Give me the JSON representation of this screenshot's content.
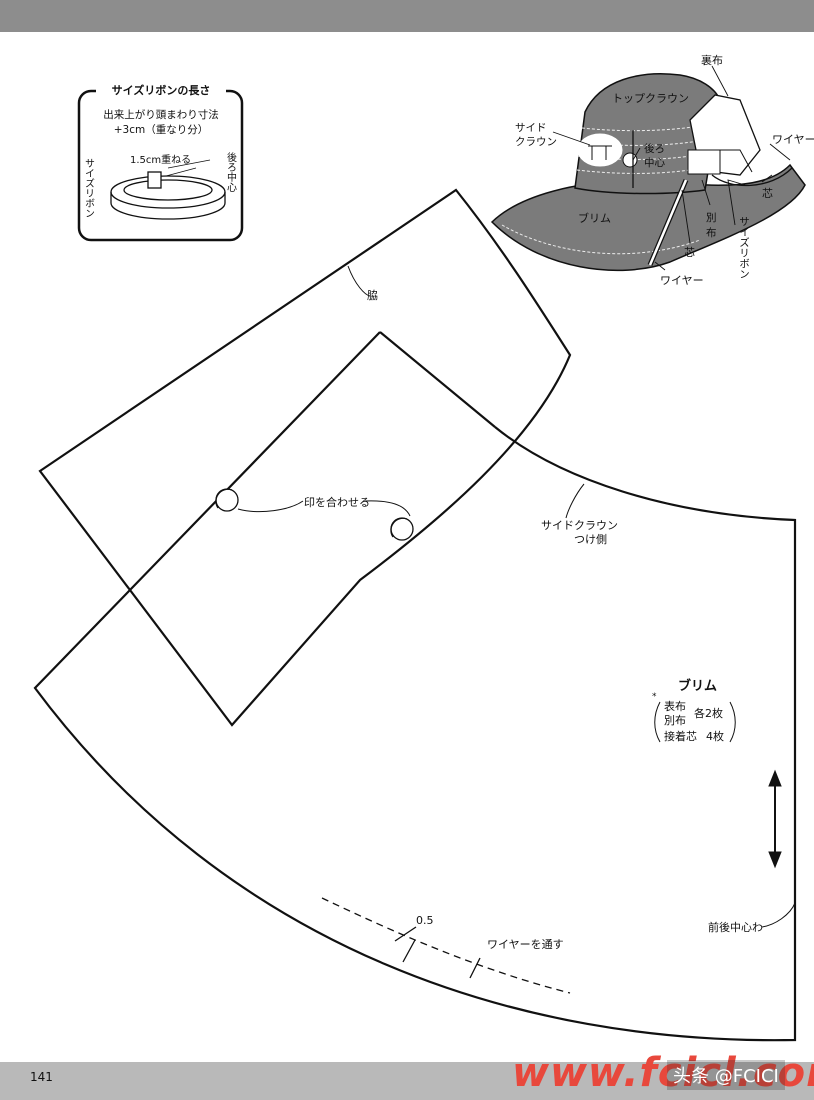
{
  "page": {
    "number": "141"
  },
  "inset": {
    "title": "サイズリボンの長さ",
    "line1": "出来上がり頭まわり寸法",
    "line2": "+3cm（重なり分）",
    "overlap": "1.5cm重ねる",
    "back_center": "後ろ中心",
    "ribbon": "サイズリボン"
  },
  "hat": {
    "ura": "裏布",
    "top_crown": "トップクラウン",
    "side_crown": [
      "サイド",
      "クラウン"
    ],
    "back_center": [
      "後ろ",
      "中心"
    ],
    "wire_right": "ワイヤー",
    "shin_right": "芯",
    "betsu": [
      "別",
      "布"
    ],
    "size_ribbon": "サイズリボン",
    "brim": "ブリム",
    "shin_bottom": "芯",
    "wire_bottom": "ワイヤー"
  },
  "pattern": {
    "waki": "脇",
    "marks": "印を合わせる",
    "side_crown_attach": [
      "サイドクラウン",
      "つけ側"
    ],
    "brim_title": "ブリム",
    "asterisk": "*",
    "materials": [
      "表布",
      "別布",
      "接着芯"
    ],
    "counts": [
      "各2枚",
      "4枚"
    ],
    "front_back_fold": "前後中心わ",
    "seam": "0.5",
    "wire_through": "ワイヤーを通す"
  },
  "watermark": {
    "site": "www.fcicl.com",
    "label": "头条 @FCICI"
  },
  "colors": {
    "hat_gray": "#7b7b7b",
    "line": "#111111"
  }
}
